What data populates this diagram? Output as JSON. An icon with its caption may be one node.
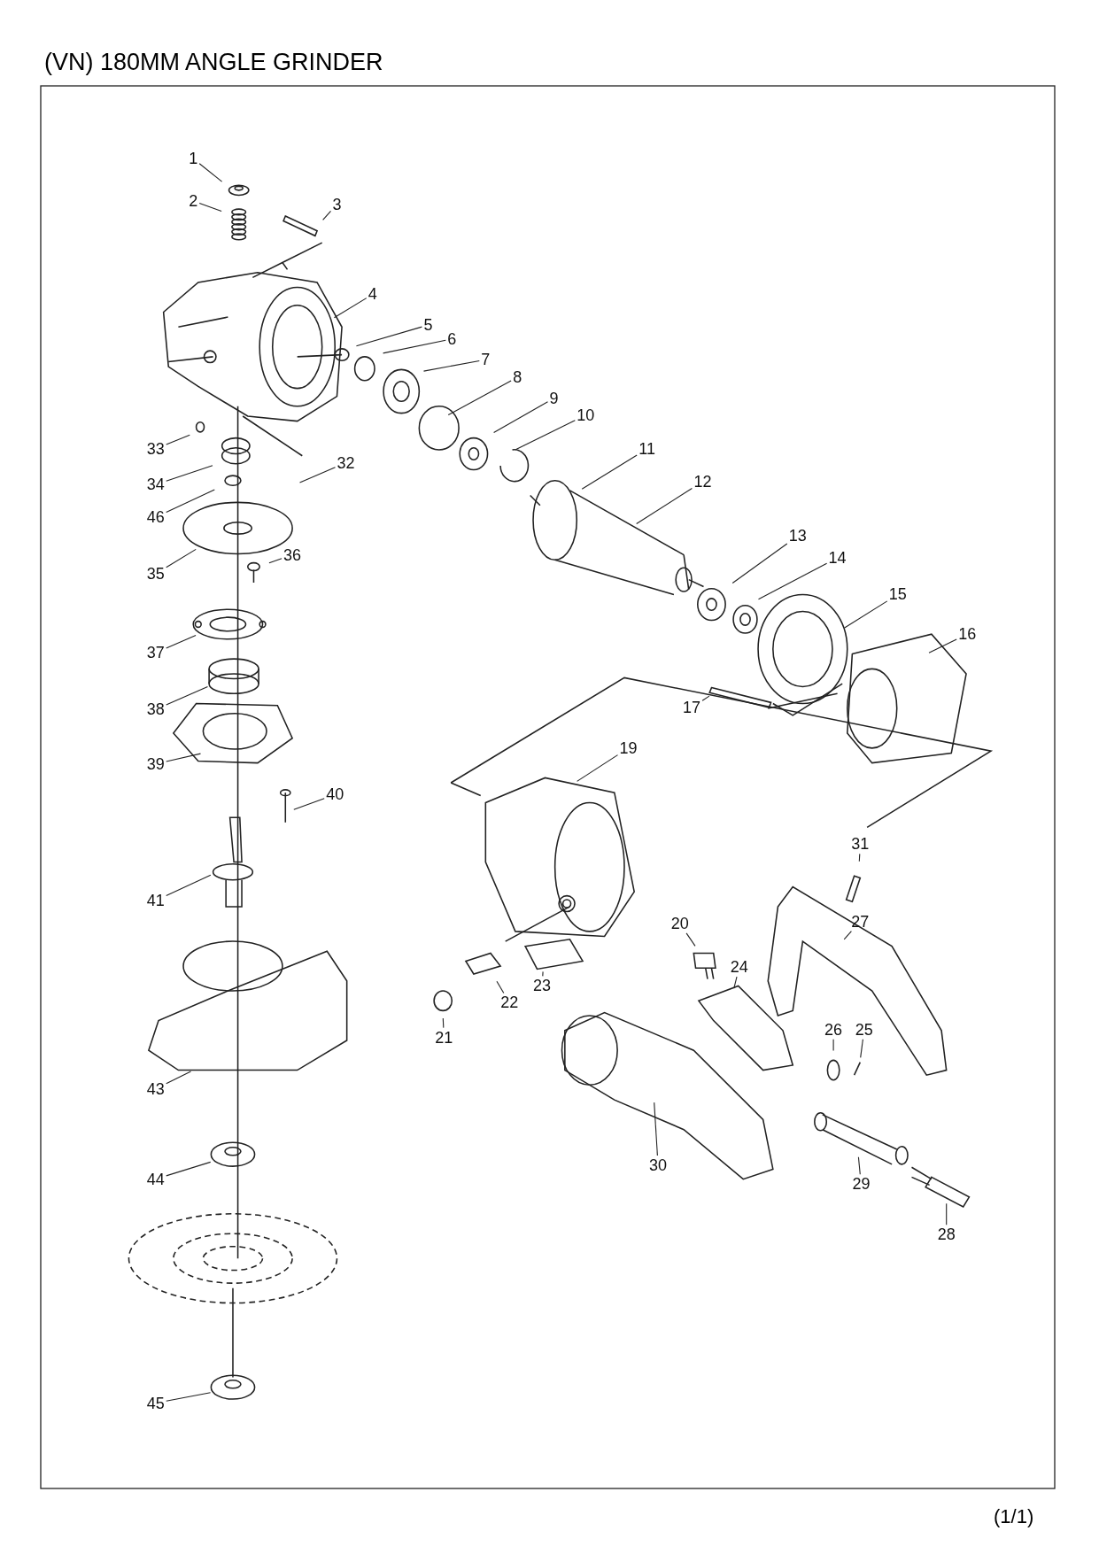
{
  "diagram": {
    "title": "(VN) 180MM ANGLE GRINDER",
    "nodes": [
      {
        "text": [
          "1"
        ]
      },
      {
        "text": [
          "2"
        ]
      },
      {
        "text": [
          "3"
        ]
      },
      {
        "text": [
          "4"
        ]
      },
      {
        "text": [
          "5"
        ]
      },
      {
        "text": [
          "6"
        ]
      },
      {
        "text": [
          "7"
        ]
      },
      {
        "text": [
          "8"
        ]
      },
      {
        "text": [
          "9"
        ]
      },
      {
        "text": [
          "10"
        ]
      },
      {
        "text": [
          "11"
        ]
      },
      {
        "text": [
          "12"
        ]
      },
      {
        "text": [
          "13"
        ]
      },
      {
        "text": [
          "14"
        ]
      },
      {
        "text": [
          "15"
        ]
      },
      {
        "text": [
          "16"
        ]
      },
      {
        "text": [
          "17"
        ]
      },
      {
        "text": [
          "19"
        ]
      },
      {
        "text": [
          "20"
        ]
      },
      {
        "text": [
          "21"
        ]
      },
      {
        "text": [
          "22"
        ]
      },
      {
        "text": [
          "23"
        ]
      },
      {
        "text": [
          "24"
        ]
      },
      {
        "text": [
          "25"
        ]
      },
      {
        "text": [
          "26"
        ]
      },
      {
        "text": [
          "27"
        ]
      },
      {
        "text": [
          "28"
        ]
      },
      {
        "text": [
          "29"
        ]
      },
      {
        "text": [
          "30"
        ]
      },
      {
        "text": [
          "31"
        ]
      },
      {
        "text": [
          "32"
        ]
      },
      {
        "text": [
          "33"
        ]
      },
      {
        "text": [
          "34"
        ]
      },
      {
        "text": [
          "35"
        ]
      },
      {
        "text": [
          "36"
        ]
      },
      {
        "text": [
          "37"
        ]
      },
      {
        "text": [
          "38"
        ]
      },
      {
        "text": [
          "39"
        ]
      },
      {
        "text": [
          "40"
        ]
      },
      {
        "text": [
          "41"
        ]
      },
      {
        "text": [
          "43"
        ]
      },
      {
        "text": [
          "44"
        ]
      },
      {
        "text": [
          "45"
        ]
      },
      {
        "text": [
          "46"
        ]
      }
    ],
    "edges": [
      {
        "from": 0,
        "to": null,
        "arrow": "none"
      },
      {
        "from": 1,
        "to": null,
        "arrow": "none"
      },
      {
        "from": 2,
        "to": null,
        "arrow": "none"
      },
      {
        "from": 3,
        "to": null,
        "arrow": "none"
      },
      {
        "from": 4,
        "to": null,
        "arrow": "none"
      },
      {
        "from": 5,
        "to": null,
        "arrow": "none"
      },
      {
        "from": 6,
        "to": null,
        "arrow": "none"
      },
      {
        "from": 7,
        "to": null,
        "arrow": "none"
      },
      {
        "from": 8,
        "to": null,
        "arrow": "none"
      },
      {
        "from": 9,
        "to": null,
        "arrow": "none"
      },
      {
        "from": 10,
        "to": null,
        "arrow": "none"
      },
      {
        "from": 11,
        "to": null,
        "arrow": "none"
      },
      {
        "from": 12,
        "to": null,
        "arrow": "none"
      },
      {
        "from": 13,
        "to": null,
        "arrow": "none"
      },
      {
        "from": 14,
        "to": null,
        "arrow": "none"
      },
      {
        "from": 15,
        "to": null,
        "arrow": "none"
      },
      {
        "from": 16,
        "to": null,
        "arrow": "none"
      },
      {
        "from": 17,
        "to": null,
        "arrow": "none"
      },
      {
        "from": 18,
        "to": null,
        "arrow": "none"
      },
      {
        "from": 19,
        "to": null,
        "arrow": "none"
      },
      {
        "from": 20,
        "to": null,
        "arrow": "none"
      },
      {
        "from": 21,
        "to": null,
        "arrow": "none"
      },
      {
        "from": 22,
        "to": null,
        "arrow": "none"
      },
      {
        "from": 23,
        "to": null,
        "arrow": "none"
      },
      {
        "from": 24,
        "to": null,
        "arrow": "none"
      },
      {
        "from": 25,
        "to": null,
        "arrow": "none"
      },
      {
        "from": 26,
        "to": null,
        "arrow": "none"
      },
      {
        "from": 27,
        "to": null,
        "arrow": "none"
      },
      {
        "from": 28,
        "to": null,
        "arrow": "none"
      },
      {
        "from": 29,
        "to": null,
        "arrow": "none"
      },
      {
        "from": 30,
        "to": null,
        "arrow": "none"
      },
      {
        "from": 31,
        "to": null,
        "arrow": "none"
      },
      {
        "from": 32,
        "to": null,
        "arrow": "none"
      },
      {
        "from": 33,
        "to": null,
        "arrow": "none"
      },
      {
        "from": 34,
        "to": null,
        "arrow": "none"
      },
      {
        "from": 35,
        "to": null,
        "arrow": "none"
      },
      {
        "from": 36,
        "to": null,
        "arrow": "none"
      },
      {
        "from": 37,
        "to": null,
        "arrow": "none"
      },
      {
        "from": 38,
        "to": null,
        "arrow": "none"
      },
      {
        "from": 39,
        "to": null,
        "arrow": "none"
      },
      {
        "from": 40,
        "to": null,
        "arrow": "none"
      },
      {
        "from": 41,
        "to": null,
        "arrow": "none"
      },
      {
        "from": 42,
        "to": null,
        "arrow": "none"
      },
      {
        "from": 43,
        "to": null,
        "arrow": "none"
      }
    ],
    "labels": [
      "(1/1)"
    ]
  }
}
